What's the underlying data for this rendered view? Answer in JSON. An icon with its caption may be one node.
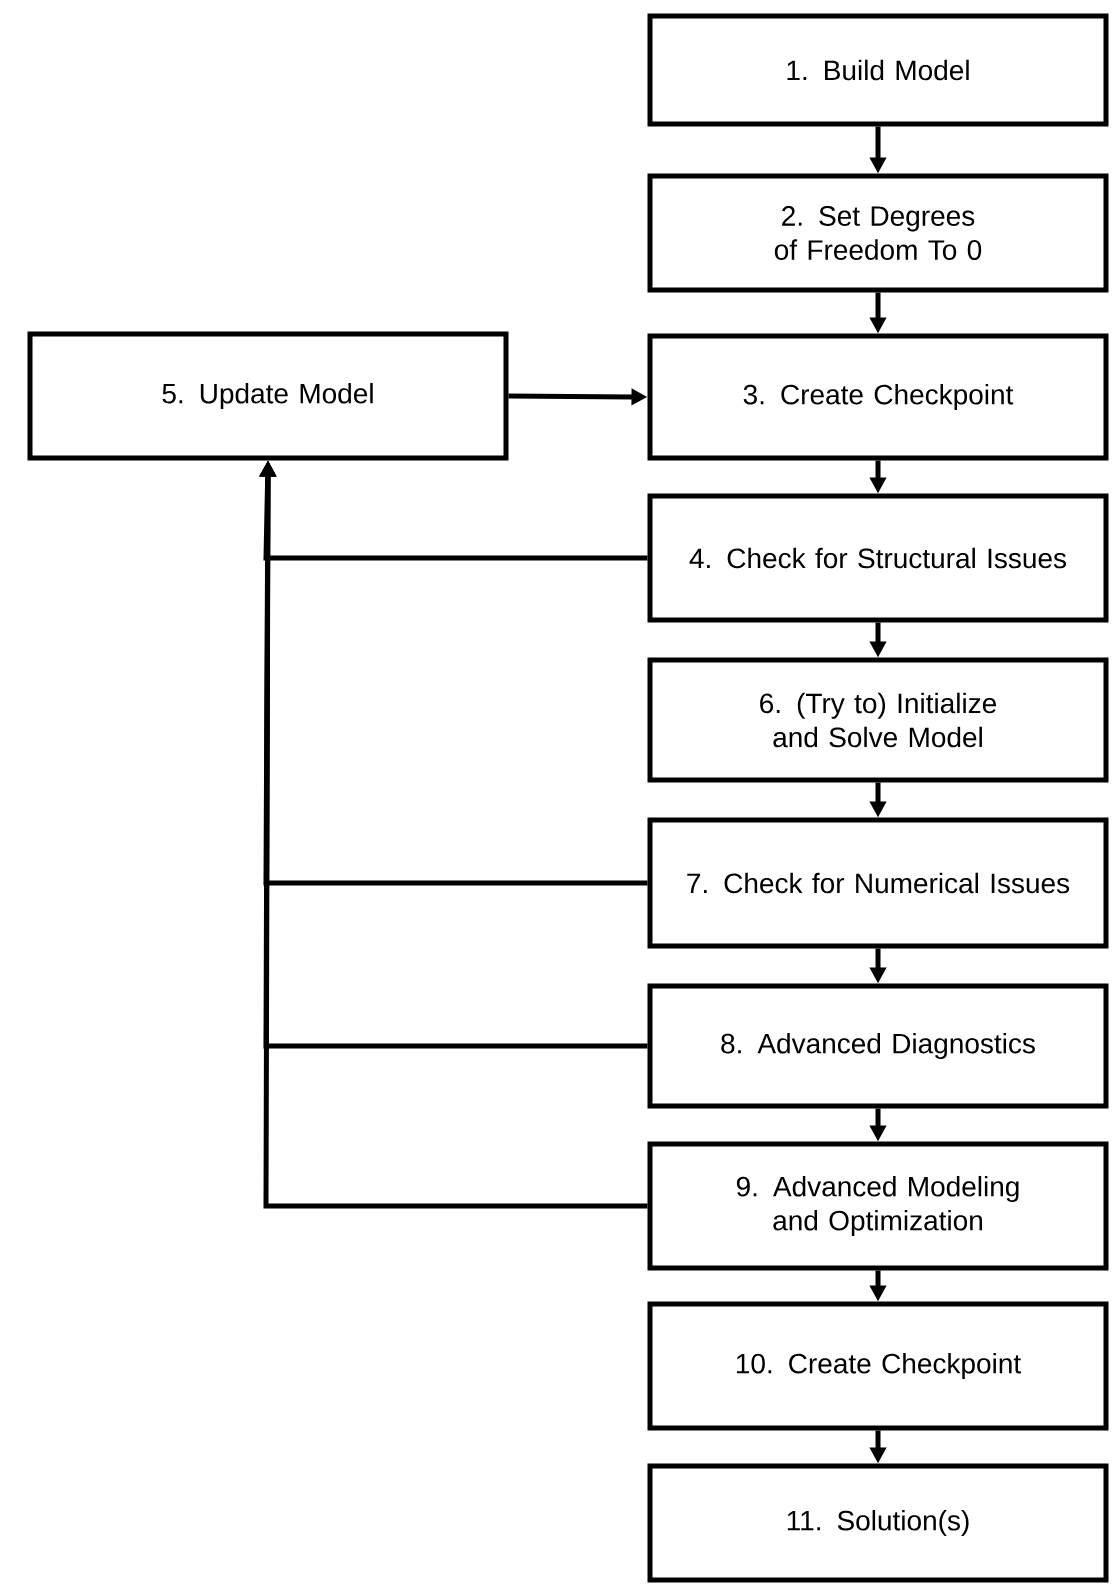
{
  "diagram": {
    "nodes": [
      {
        "text": [
          "1. Build Model"
        ]
      },
      {
        "text": [
          "2. Set Degrees of Freedom To 0"
        ]
      },
      {
        "text": [
          "5. Update Model"
        ]
      },
      {
        "text": [
          "3. Create Checkpoint"
        ]
      },
      {
        "text": [
          "4. Check for Structural Issues"
        ]
      },
      {
        "text": [
          "6. (Try to) Initialize and Solve Model"
        ]
      },
      {
        "text": [
          "7. Check for Numerical Issues"
        ]
      },
      {
        "text": [
          "8. Advanced Diagnostics"
        ]
      },
      {
        "text": [
          "9. Advanced Modeling and Optimization"
        ]
      },
      {
        "text": [
          "10. Create Checkpoint"
        ]
      },
      {
        "text": [
          "11. Solution(s)"
        ]
      }
    ],
    "edges": [
      {
        "from": 0,
        "to": 1,
        "arrow": "to"
      },
      {
        "from": 1,
        "to": 3,
        "arrow": "to"
      },
      {
        "from": 2,
        "to": 3,
        "arrow": "to"
      },
      {
        "from": 3,
        "to": 4,
        "arrow": "to"
      },
      {
        "from": 4,
        "to": 5,
        "arrow": "to"
      },
      {
        "from": 5,
        "to": 6,
        "arrow": "to"
      },
      {
        "from": 6,
        "to": 7,
        "arrow": "to"
      },
      {
        "from": 7,
        "to": 8,
        "arrow": "to"
      },
      {
        "from": 8,
        "to": 9,
        "arrow": "to"
      },
      {
        "from": 9,
        "to": 10,
        "arrow": "to"
      },
      {
        "from": 4,
        "to": 2,
        "arrow": "to"
      },
      {
        "from": 6,
        "to": 2,
        "arrow": "to"
      },
      {
        "from": 7,
        "to": 2,
        "arrow": "to"
      },
      {
        "from": 8,
        "to": 2,
        "arrow": "to"
      }
    ]
  }
}
